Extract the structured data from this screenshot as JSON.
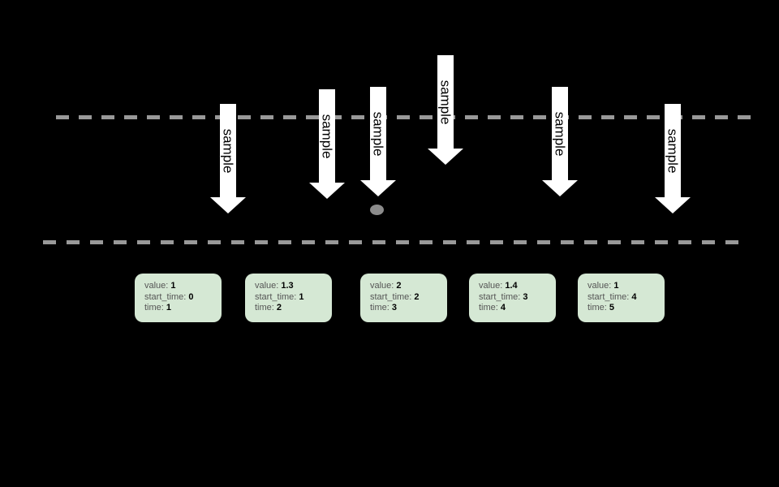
{
  "diagram": {
    "background_color": "#000000",
    "dashed_line_color": "#999999",
    "arrow_fill_color": "#ffffff",
    "box_fill_color": "#d5e8d4",
    "box_label_color": "#555555",
    "box_value_color": "#000000",
    "dot_color": "#8c8c8c",
    "arrows": [
      {
        "label": "sample"
      },
      {
        "label": "sample"
      },
      {
        "label": "sample"
      },
      {
        "label": "sample"
      },
      {
        "label": "sample"
      },
      {
        "label": "sample"
      }
    ],
    "field_labels": {
      "value": "value:",
      "start_time": "start_time:",
      "time": "time:"
    },
    "boxes": [
      {
        "value": "1",
        "start_time": "0",
        "time": "1"
      },
      {
        "value": "1.3",
        "start_time": "1",
        "time": "2"
      },
      {
        "value": "2",
        "start_time": "2",
        "time": "3"
      },
      {
        "value": "1.4",
        "start_time": "3",
        "time": "4"
      },
      {
        "value": "1",
        "start_time": "4",
        "time": "5"
      }
    ]
  }
}
